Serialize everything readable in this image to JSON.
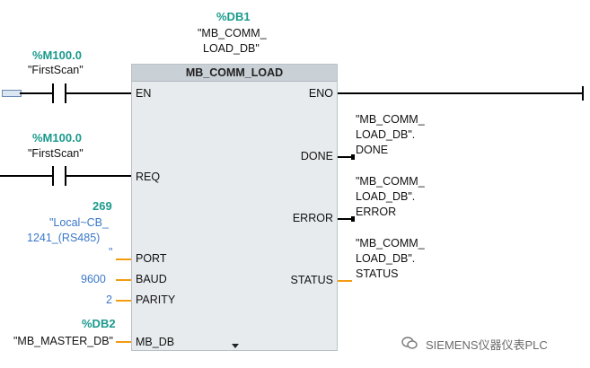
{
  "instance": {
    "address": "%DB1",
    "db_name_line1": "\"MB_COMM_",
    "db_name_line2": "LOAD_DB\""
  },
  "block": {
    "title": "MB_COMM_LOAD"
  },
  "rung1": {
    "address": "%M100.0",
    "tag": "\"FirstScan\""
  },
  "rung2": {
    "address": "%M100.0",
    "tag": "\"FirstScan\""
  },
  "pins_in": {
    "en": "EN",
    "req": "REQ",
    "port": "PORT",
    "baud": "BAUD",
    "parity": "PARITY",
    "mb_db": "MB_DB"
  },
  "pins_out": {
    "eno": "ENO",
    "done": "DONE",
    "error": "ERROR",
    "status": "STATUS"
  },
  "port_param": {
    "value": "269",
    "line1": "\"Local~CB_",
    "line2": "1241_(RS485)",
    "line3": "\""
  },
  "baud_param": {
    "value": "9600"
  },
  "parity_param": {
    "value": "2"
  },
  "mbdb_param": {
    "address": "%DB2",
    "tag": "\"MB_MASTER_DB\""
  },
  "done_out": {
    "line1": "\"MB_COMM_",
    "line2": "LOAD_DB\".",
    "line3": "DONE"
  },
  "error_out": {
    "line1": "\"MB_COMM_",
    "line2": "LOAD_DB\".",
    "line3": "ERROR"
  },
  "status_out": {
    "line1": "\"MB_COMM_",
    "line2": "LOAD_DB\".",
    "line3": "STATUS"
  },
  "watermark": {
    "text": "SIEMENS仪器仪表PLC",
    "icon": "wechat-icon"
  },
  "colors": {
    "teal": "#1a9a8c",
    "blue": "#3a78c8",
    "orange": "#f39c12",
    "block_bg": "#e7ebee"
  }
}
